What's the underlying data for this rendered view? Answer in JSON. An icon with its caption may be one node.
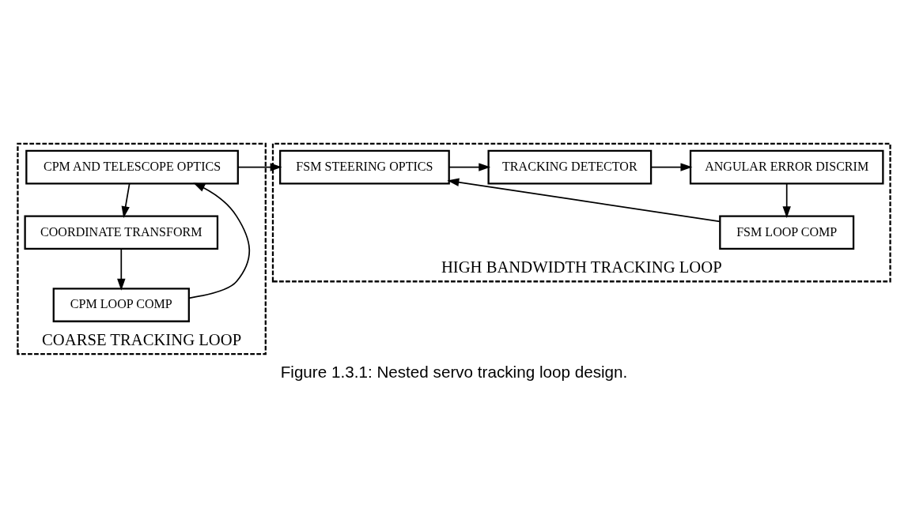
{
  "diagram": {
    "caption": "Figure 1.3.1: Nested servo tracking loop design.",
    "nodes": [
      {
        "text": [
          "COARSE TRACKING LOOP"
        ]
      },
      {
        "text": [
          "CPM AND TELESCOPE OPTICS"
        ],
        "in": 0
      },
      {
        "text": [
          "COORDINATE TRANSFORM"
        ],
        "in": 0
      },
      {
        "text": [
          "CPM LOOP COMP"
        ],
        "in": 0
      },
      {
        "text": [
          "HIGH BANDWIDTH TRACKING LOOP"
        ]
      },
      {
        "text": [
          "FSM STEERING OPTICS"
        ],
        "in": 4
      },
      {
        "text": [
          "TRACKING DETECTOR"
        ],
        "in": 4
      },
      {
        "text": [
          "ANGULAR ERROR DISCRIM"
        ],
        "in": 4
      },
      {
        "text": [
          "FSM LOOP COMP"
        ],
        "in": 4
      }
    ],
    "edges": [
      {
        "from": 1,
        "to": 2,
        "arrow": "to"
      },
      {
        "from": 2,
        "to": 3,
        "arrow": "to"
      },
      {
        "from": 3,
        "to": 1,
        "arrow": "to"
      },
      {
        "from": 1,
        "to": 5,
        "arrow": "to"
      },
      {
        "from": 5,
        "to": 6,
        "arrow": "to"
      },
      {
        "from": 6,
        "to": 7,
        "arrow": "to"
      },
      {
        "from": 7,
        "to": 8,
        "arrow": "to"
      },
      {
        "from": 8,
        "to": 5,
        "arrow": "to"
      }
    ]
  }
}
